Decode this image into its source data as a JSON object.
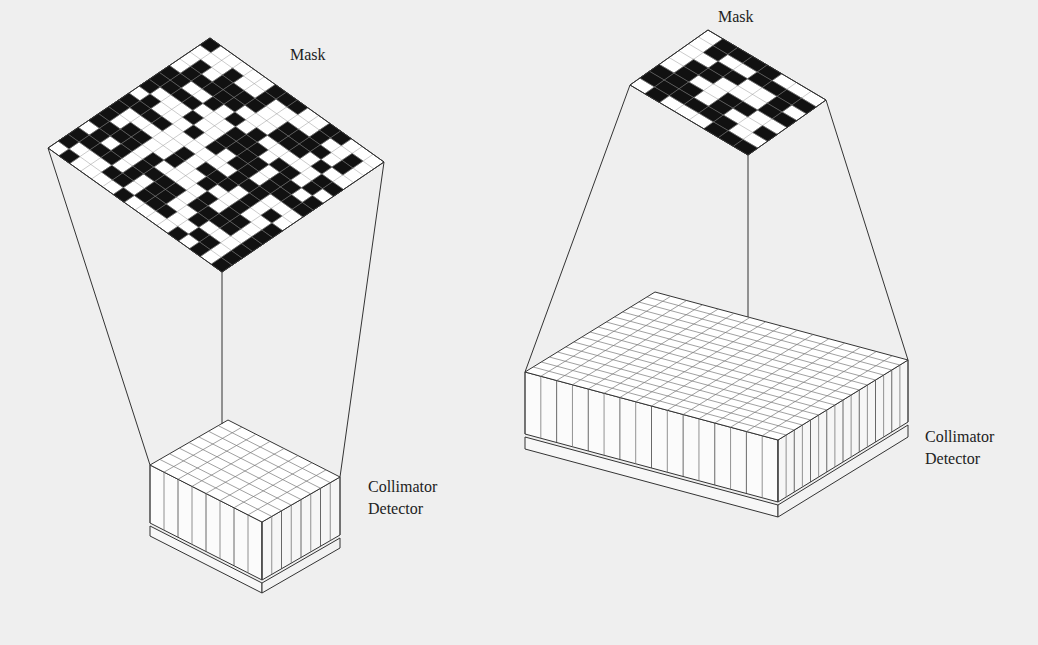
{
  "diagram": {
    "labels": [
      "Mask",
      "Collimator",
      "Detector",
      "Mask",
      "Collimator",
      "Detector"
    ]
  }
}
